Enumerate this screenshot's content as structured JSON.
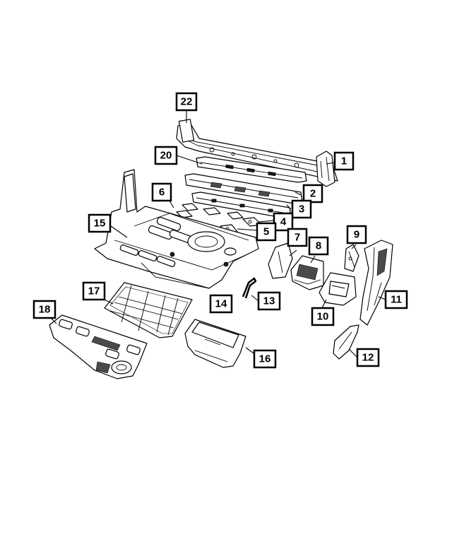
{
  "callouts": [
    {
      "id": "1",
      "label": "1"
    },
    {
      "id": "2",
      "label": "2"
    },
    {
      "id": "3",
      "label": "3"
    },
    {
      "id": "4",
      "label": "4"
    },
    {
      "id": "5",
      "label": "5"
    },
    {
      "id": "6",
      "label": "6"
    },
    {
      "id": "7",
      "label": "7"
    },
    {
      "id": "8",
      "label": "8"
    },
    {
      "id": "9",
      "label": "9"
    },
    {
      "id": "10",
      "label": "10"
    },
    {
      "id": "11",
      "label": "11"
    },
    {
      "id": "12",
      "label": "12"
    },
    {
      "id": "13",
      "label": "13"
    },
    {
      "id": "14",
      "label": "14"
    },
    {
      "id": "15",
      "label": "15"
    },
    {
      "id": "16",
      "label": "16"
    },
    {
      "id": "17",
      "label": "17"
    },
    {
      "id": "18",
      "label": "18"
    },
    {
      "id": "20",
      "label": "20"
    },
    {
      "id": "22",
      "label": "22"
    }
  ],
  "colors": {
    "line": "#000000",
    "background": "#ffffff"
  }
}
